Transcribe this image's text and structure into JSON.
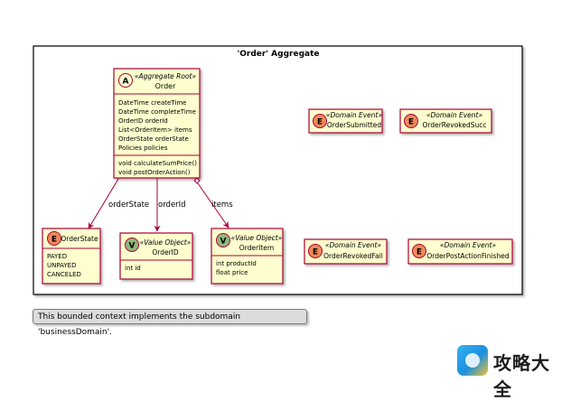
{
  "aggregate": {
    "title": "'Order' Aggregate"
  },
  "order": {
    "stereotype": "«Aggregate Root»",
    "glyph": "A",
    "name": "Order",
    "fields": [
      "DateTime createTime",
      "DateTime completeTime",
      "OrderID orderId",
      "List<OrderItem> items",
      "OrderState orderState",
      "Policies policies"
    ],
    "methods": [
      "void calculateSumPrice()",
      "void postOrderAction()"
    ]
  },
  "order_state": {
    "glyph": "E",
    "name": "OrderState",
    "values": [
      "PAYED",
      "UNPAYED",
      "CANCELED"
    ]
  },
  "order_id": {
    "glyph": "V",
    "stereotype": "«Value Object»",
    "name": "OrderID",
    "fields": [
      "int id"
    ]
  },
  "order_item": {
    "glyph": "V",
    "stereotype": "«Value Object»",
    "name": "OrderItem",
    "fields": [
      "int productId",
      "float price"
    ]
  },
  "events": {
    "submitted": {
      "glyph": "E",
      "stereotype": "«Domain Event»",
      "name": "OrderSubmitted"
    },
    "revoked_succ": {
      "glyph": "E",
      "stereotype": "«Domain Event»",
      "name": "OrderRevokedSucc"
    },
    "revoked_fail": {
      "glyph": "E",
      "stereotype": "«Domain Event»",
      "name": "OrderRevokedFail"
    },
    "post_action_finished": {
      "glyph": "E",
      "stereotype": "«Domain Event»",
      "name": "OrderPostActionFinished"
    }
  },
  "relations": {
    "order_state": "orderState",
    "order_id": "orderId",
    "items": "items"
  },
  "note": "This bounded context implements the subdomain 'businessDomain'.",
  "watermark": "攻略大全",
  "colors": {
    "class_fill": "#fefece",
    "class_border": "#a80036",
    "glyph_E": "#f08a58",
    "glyph_V": "#8fb87a",
    "glyph_A": "#fefece"
  }
}
